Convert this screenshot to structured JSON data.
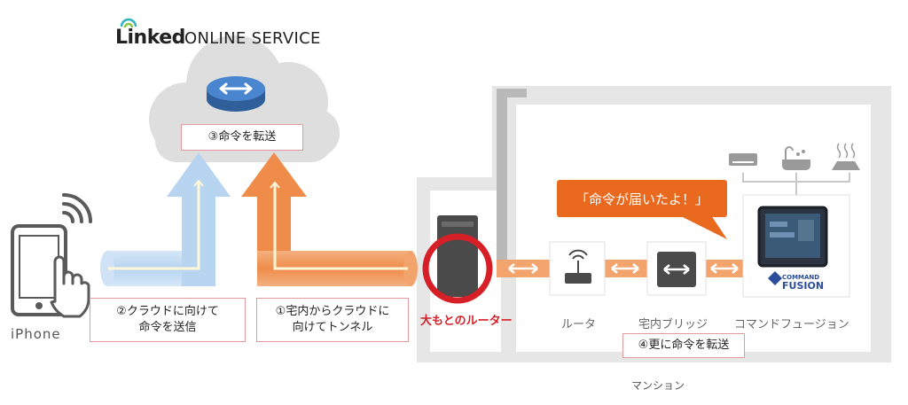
{
  "logo": {
    "brand": "Linked",
    "service": "ONLINE SERVICE"
  },
  "labels": {
    "step3": "③命令を転送",
    "step2_line1": "②クラウドに向けて",
    "step2_line2": "命令を送信",
    "step1_line1": "①宅内からクラウドに",
    "step1_line2": "向けてトンネル",
    "step4": "④更に命令を転送",
    "callout": "「命令が届いたよ！」",
    "iphone": "iPhone",
    "main_router": "大もとのルーター",
    "router": "ルータ",
    "bridge": "宅内ブリッジ",
    "command_fusion": "コマンドフュージョン",
    "mansion": "マンション",
    "cf_logo_top": "COMMAND",
    "cf_logo_bottom": "FUSION"
  },
  "icons": {
    "cloud": "cloud-icon",
    "cloud_node": "cloud-router-icon",
    "phone": "smartphone-icon",
    "hand": "tapping-hand-icon",
    "wifi": "wifi-signal-icon",
    "main_router": "main-router-icon",
    "router": "wifi-router-icon",
    "bridge": "bridge-icon",
    "panel": "touch-panel-icon",
    "ac": "air-conditioner-icon",
    "bath": "bathtub-icon",
    "floor_heat": "floor-heating-icon"
  },
  "colors": {
    "orange": "#ef8c4a",
    "blue": "#b7d4f0",
    "red": "#d61f26",
    "callout": "#e96a1f",
    "building": "#e6e6e6"
  }
}
